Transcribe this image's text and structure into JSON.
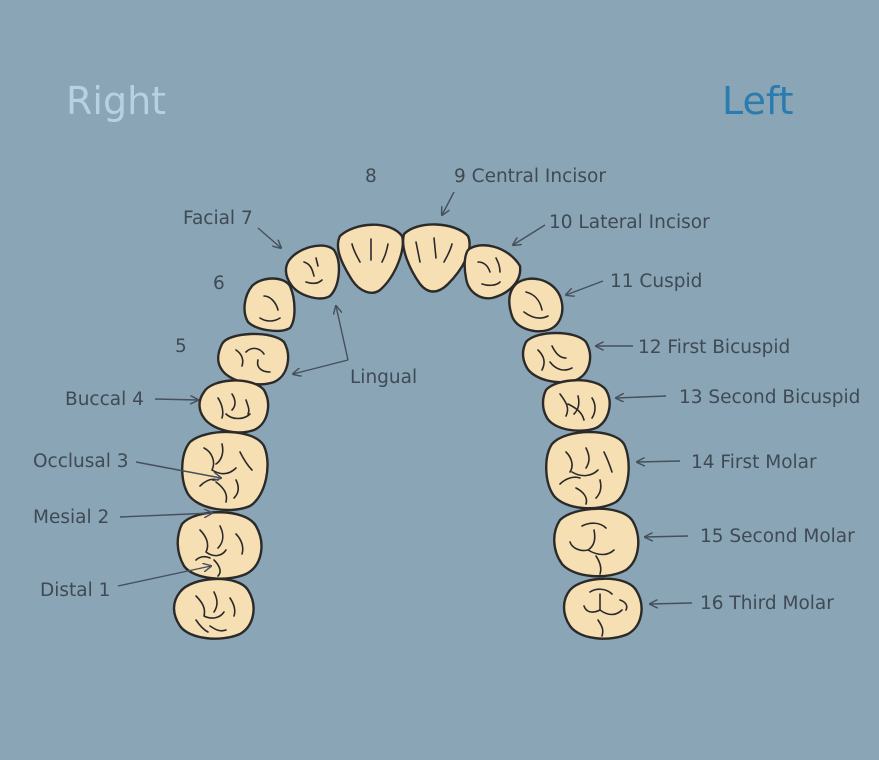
{
  "headings": {
    "right": "Right",
    "left": "Left"
  },
  "colors": {
    "background": "#8aa5b5",
    "right_heading": "#b6d2e2",
    "left_heading": "#2a7bb0",
    "tooth_fill": "#f7dfb4",
    "outline": "#2b2a2a",
    "label_text": "#3f4a55"
  },
  "labels": {
    "t8": "8",
    "t9": "9 Central Incisor",
    "t10": "10 Lateral Incisor",
    "t11": "11 Cuspid",
    "t12": "12 First Bicuspid",
    "t13": "13 Second Bicuspid",
    "t14": "14 First Molar",
    "t15": "15 Second Molar",
    "t16": "16 Third Molar",
    "facial7": "Facial 7",
    "t6": "6",
    "t5": "5",
    "buccal4": "Buccal 4",
    "occlusal3": "Occlusal 3",
    "mesial2": "Mesial 2",
    "distal1": "Distal 1",
    "lingual": "Lingual"
  }
}
